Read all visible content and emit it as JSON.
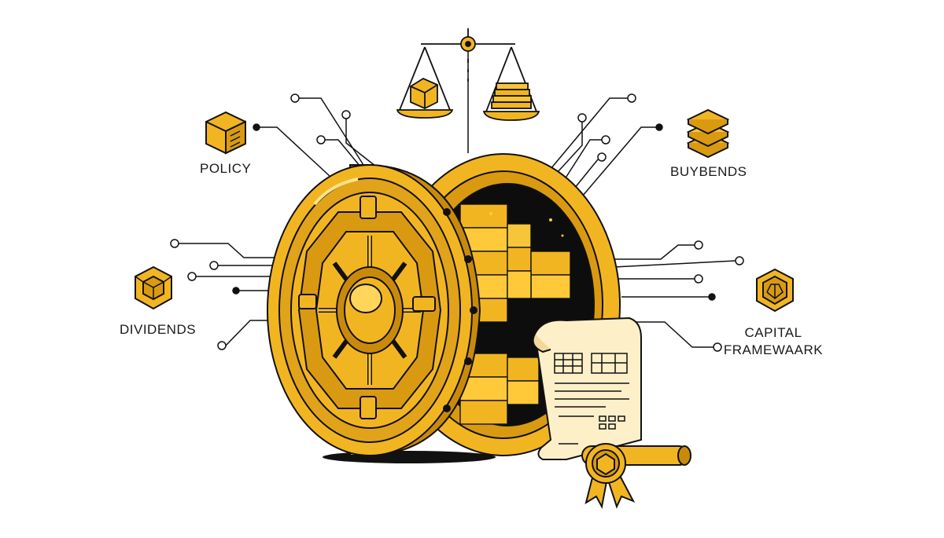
{
  "labels": {
    "policy": "POLICY",
    "buybends": "BUYBENDS",
    "dividends": "DIVIDENDS",
    "capital_line1": "CAPITAL",
    "capital_line2": "FRAMEWAARK"
  },
  "icons": {
    "policy": "document-box-icon",
    "buybends": "stacked-layers-icon",
    "dividends": "cube-icon",
    "capital": "hexagon-framework-icon",
    "top": "balance-scale-icon",
    "center": "bank-vault-icon",
    "certificate": "scroll-certificate-icon"
  },
  "colors": {
    "gold": "#f2b522",
    "gold_dark": "#c98a0c",
    "gold_light": "#ffd65a",
    "outline": "#111111",
    "paper": "#fdf0c9"
  }
}
